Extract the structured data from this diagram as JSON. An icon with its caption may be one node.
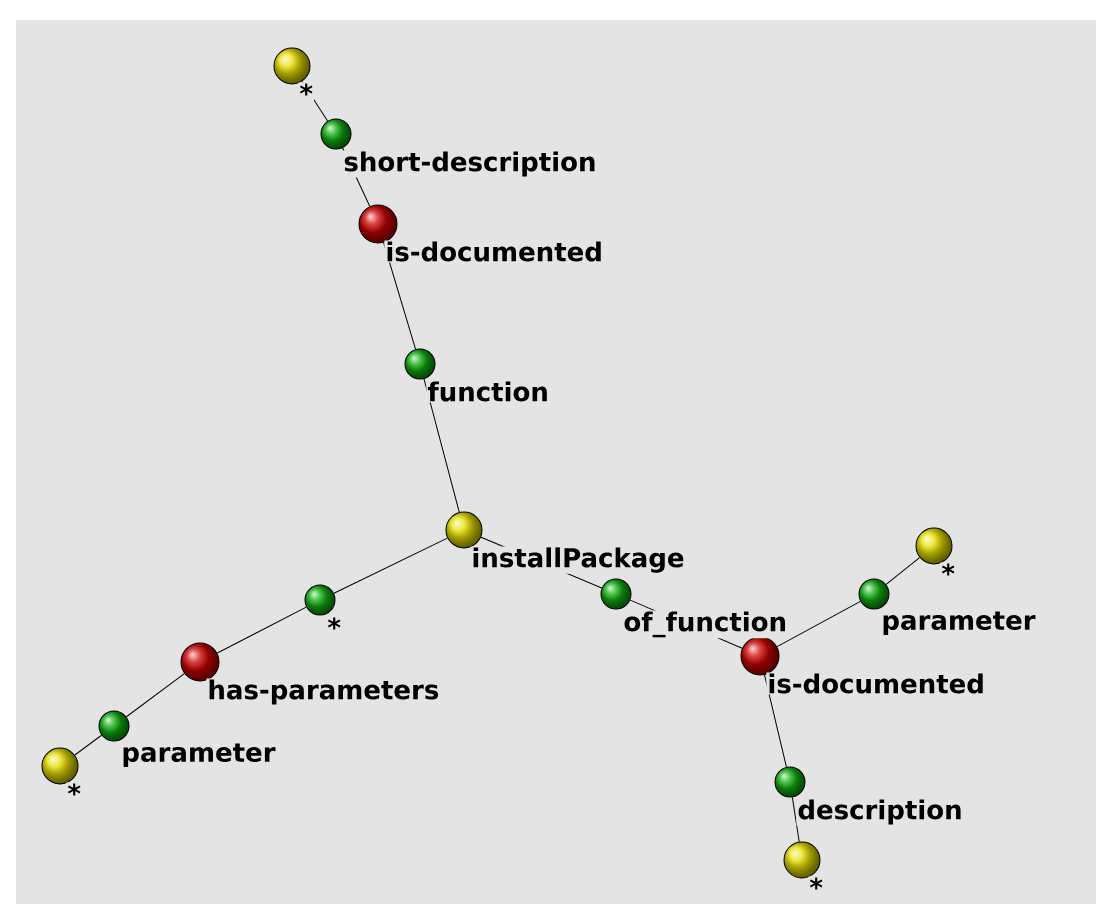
{
  "diagram": {
    "nodes": [
      {
        "text": [],
        "shape": "circle",
        "beside": [
          "*"
        ]
      },
      {
        "text": [],
        "shape": "circle",
        "beside": [
          "short-description"
        ]
      },
      {
        "text": [],
        "shape": "circle",
        "beside": [
          "is-documented"
        ]
      },
      {
        "text": [],
        "shape": "circle",
        "beside": [
          "function"
        ]
      },
      {
        "text": [],
        "shape": "circle",
        "beside": [
          "installPackage"
        ]
      },
      {
        "text": [],
        "shape": "circle",
        "beside": [
          "*"
        ]
      },
      {
        "text": [],
        "shape": "circle",
        "beside": [
          "has-parameters"
        ]
      },
      {
        "text": [],
        "shape": "circle",
        "beside": [
          "parameter"
        ]
      },
      {
        "text": [],
        "shape": "circle",
        "beside": [
          "*"
        ]
      },
      {
        "text": [],
        "shape": "circle",
        "beside": [
          "of_function"
        ]
      },
      {
        "text": [],
        "shape": "circle",
        "beside": [
          "is-documented"
        ]
      },
      {
        "text": [],
        "shape": "circle",
        "beside": [
          "parameter"
        ]
      },
      {
        "text": [],
        "shape": "circle",
        "beside": [
          "*"
        ]
      },
      {
        "text": [],
        "shape": "circle",
        "beside": [
          "description"
        ]
      },
      {
        "text": [],
        "shape": "circle",
        "beside": [
          "*"
        ]
      }
    ],
    "edges": [
      {
        "from": 0,
        "to": 1,
        "arrow": "none"
      },
      {
        "from": 1,
        "to": 2,
        "arrow": "none"
      },
      {
        "from": 2,
        "to": 3,
        "arrow": "none"
      },
      {
        "from": 3,
        "to": 4,
        "arrow": "none"
      },
      {
        "from": 4,
        "to": 5,
        "arrow": "none"
      },
      {
        "from": 5,
        "to": 6,
        "arrow": "none"
      },
      {
        "from": 6,
        "to": 7,
        "arrow": "none"
      },
      {
        "from": 7,
        "to": 8,
        "arrow": "none"
      },
      {
        "from": 4,
        "to": 9,
        "arrow": "none"
      },
      {
        "from": 9,
        "to": 10,
        "arrow": "none"
      },
      {
        "from": 10,
        "to": 11,
        "arrow": "none"
      },
      {
        "from": 11,
        "to": 12,
        "arrow": "none"
      },
      {
        "from": 10,
        "to": 13,
        "arrow": "none"
      },
      {
        "from": 13,
        "to": 14,
        "arrow": "none"
      }
    ]
  }
}
